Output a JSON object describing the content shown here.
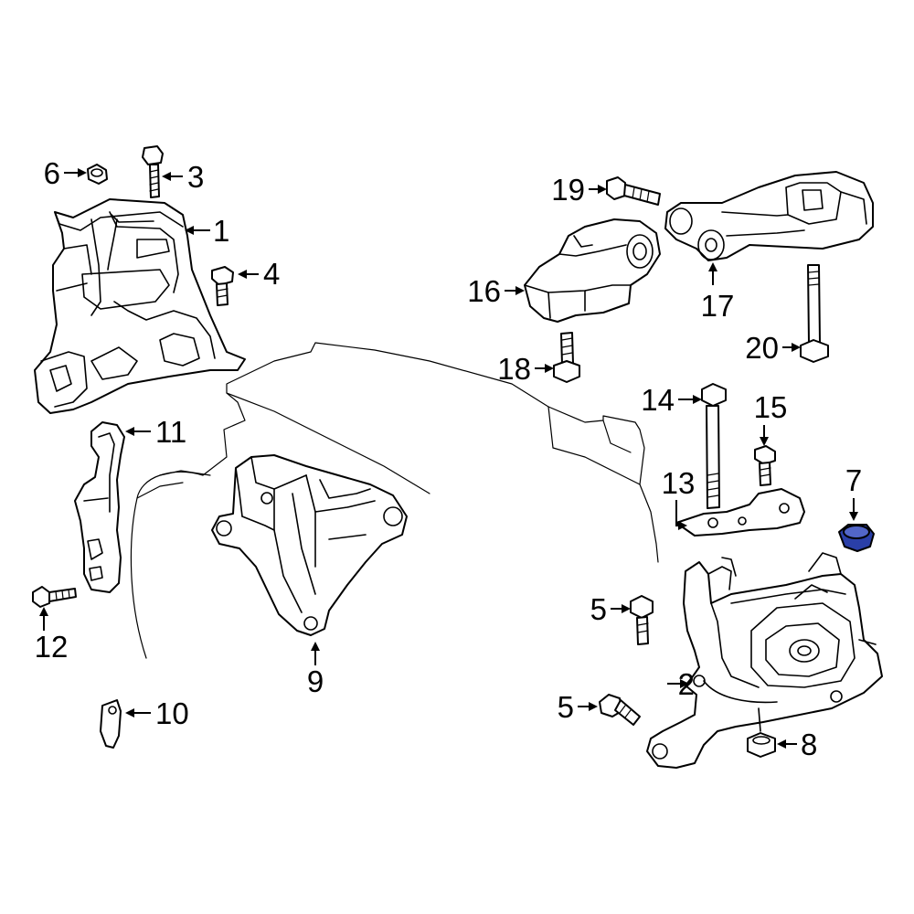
{
  "diagram": {
    "highlight_color": "#2a3fa8",
    "highlighted_part": "7",
    "callouts": {
      "c1": "1",
      "c2": "2",
      "c3": "3",
      "c4": "4",
      "c5a": "5",
      "c5b": "5",
      "c6": "6",
      "c7": "7",
      "c8": "8",
      "c9": "9",
      "c10": "10",
      "c11": "11",
      "c12": "12",
      "c13": "13",
      "c14": "14",
      "c15": "15",
      "c16": "16",
      "c17": "17",
      "c18": "18",
      "c19": "19",
      "c20": "20"
    }
  }
}
